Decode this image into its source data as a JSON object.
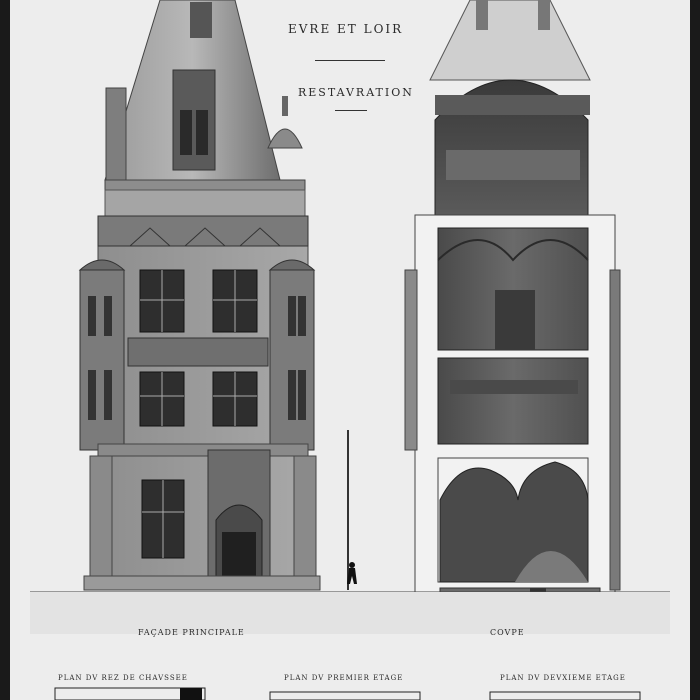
{
  "header": {
    "region": "EVRE ET LOIR",
    "subtitle": "RESTAVRATION"
  },
  "captions": {
    "facade": "FAÇADE PRINCIPALE",
    "coupe": "COVPE"
  },
  "plans": {
    "ground": "PLAN DV REZ DE CHAVSSEE",
    "first": "PLAN DV PREMIER ETAGE",
    "second": "PLAN DV DEVXIEME ETAGE"
  }
}
